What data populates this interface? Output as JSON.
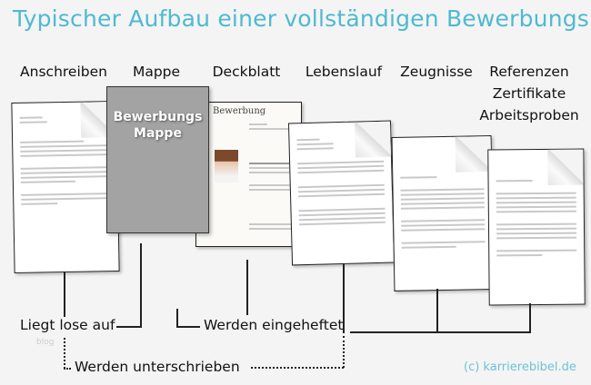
{
  "title": "Typischer Aufbau einer vollständigen Bewerbungsmappe:",
  "columns": {
    "anschreiben": "Anschreiben",
    "mappe": "Mappe",
    "deckblatt": "Deckblatt",
    "lebenslauf": "Lebenslauf",
    "zeugnisse": "Zeugnisse",
    "referenzen": "Referenzen",
    "zertifikate": "Zertifikate",
    "arbeitsproben": "Arbeitsproben"
  },
  "mappe_cover": {
    "line1": "Bewerbungs",
    "line2": "Mappe"
  },
  "deckblatt_heading": "Bewerbung",
  "annotations": {
    "lose": "Liegt lose auf",
    "eingeheftet": "Werden eingeheftet",
    "unterschrieben": "Werden unterschrieben"
  },
  "watermark": "blog",
  "copyright": "(c) karrierebibel.de",
  "colors": {
    "accent": "#4fb9d1",
    "mappe": "#a3a3a3"
  }
}
